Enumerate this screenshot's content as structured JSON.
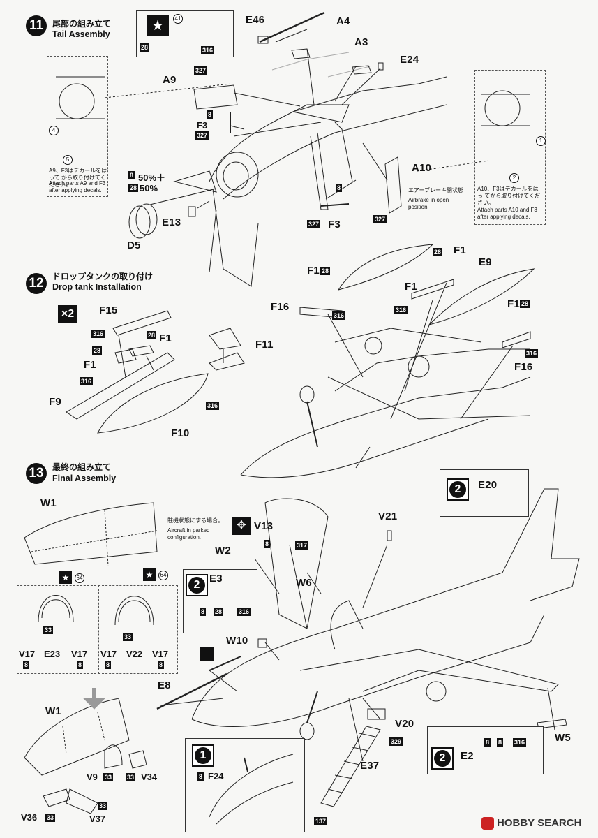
{
  "step11": {
    "num": "11",
    "jp": "尾部の組み立て",
    "en": "Tail Assembly"
  },
  "step12": {
    "num": "12",
    "jp": "ドロップタンクの取り付け",
    "en": "Drop tank  Installation"
  },
  "step13": {
    "num": "13",
    "jp": "最終の組み立て",
    "en": "Final Assembly"
  },
  "parts11": {
    "e46": "E46",
    "a4": "A4",
    "a3": "A3",
    "e24": "E24",
    "a9": "A9",
    "f3a": "F3",
    "f3b": "F3",
    "a10": "A10",
    "e13": "E13",
    "d5": "D5"
  },
  "paints11": {
    "p28a": "28",
    "p316a": "316",
    "p327a": "327",
    "p8a": "8",
    "p327b": "327",
    "p8b": "8",
    "p327c": "327",
    "p327d": "327",
    "mix1": "8",
    "mix1_text": "50%＋",
    "mix2": "28",
    "mix2_text": "50%"
  },
  "decals11": {
    "d41": "41",
    "d4": "4",
    "d5": "5",
    "d1": "1",
    "d2": "2"
  },
  "notes11": {
    "left_jp": "A9、F3はデカールをはって から取り付けてください。",
    "left_en": "Attach parts A9 and F3 after applying decals.",
    "right_jp": "A10、F3はデカールをはっ てから取り付けてください。",
    "right_en": "Attach parts A10 and F3 after applying decals.",
    "airbrake_jp": "エアーブレーキ開状態",
    "airbrake_en": "Airbrake in open position"
  },
  "parts12": {
    "f15": "F15",
    "f1a": "F1",
    "f1b": "F1",
    "f1c": "F1",
    "f1d": "F1",
    "f1e": "F1",
    "f11": "F11",
    "f9": "F9",
    "f10": "F10",
    "e9": "E9",
    "f16a": "F16",
    "f16b": "F16",
    "x2": "×2"
  },
  "paints12": {
    "p316a": "316",
    "p28a": "28",
    "p28b": "28",
    "p316b": "316",
    "p316c": "316",
    "p28c": "28",
    "p28d": "28",
    "p316d": "316",
    "p316e": "316",
    "p28e": "28",
    "p316f": "316"
  },
  "parts13": {
    "w1a": "W1",
    "w1b": "W1",
    "v13": "V13",
    "w2": "W2",
    "w6": "W6",
    "v21": "V21",
    "e20": "E20",
    "e3": "E3",
    "w10": "W10",
    "e8": "E8",
    "v20": "V20",
    "w5": "W5",
    "e2": "E2",
    "e37": "E37",
    "v17a": "V17",
    "e23": "E23",
    "v17b": "V17",
    "v17c": "V17",
    "v22": "V22",
    "v17d": "V17",
    "v9": "V9",
    "v34": "V34",
    "v36": "V36",
    "v37": "V37",
    "f24": "F24"
  },
  "paints13": {
    "p8a": "8",
    "p317": "317",
    "p8b": "8",
    "p28": "28",
    "p316": "316",
    "p33a": "33",
    "p8c": "8",
    "p8d": "8",
    "p33b": "33",
    "p8e": "8",
    "p8f": "8",
    "p329": "329",
    "p8g": "8",
    "p8h": "8",
    "p316b": "316",
    "p137": "137",
    "p33c": "33",
    "p33d": "33",
    "p33e": "33",
    "p33f": "33",
    "p8i": "8"
  },
  "decals13": {
    "d64a": "64",
    "d64b": "64"
  },
  "notes13": {
    "parked_jp": "駐機状態にする場合。",
    "parked_en": "Aircraft in parked configuration."
  },
  "options13": {
    "opt2a": "2",
    "opt2b": "2",
    "opt2c": "2",
    "opt1": "1"
  },
  "watermark": "HOBBY SEARCH"
}
